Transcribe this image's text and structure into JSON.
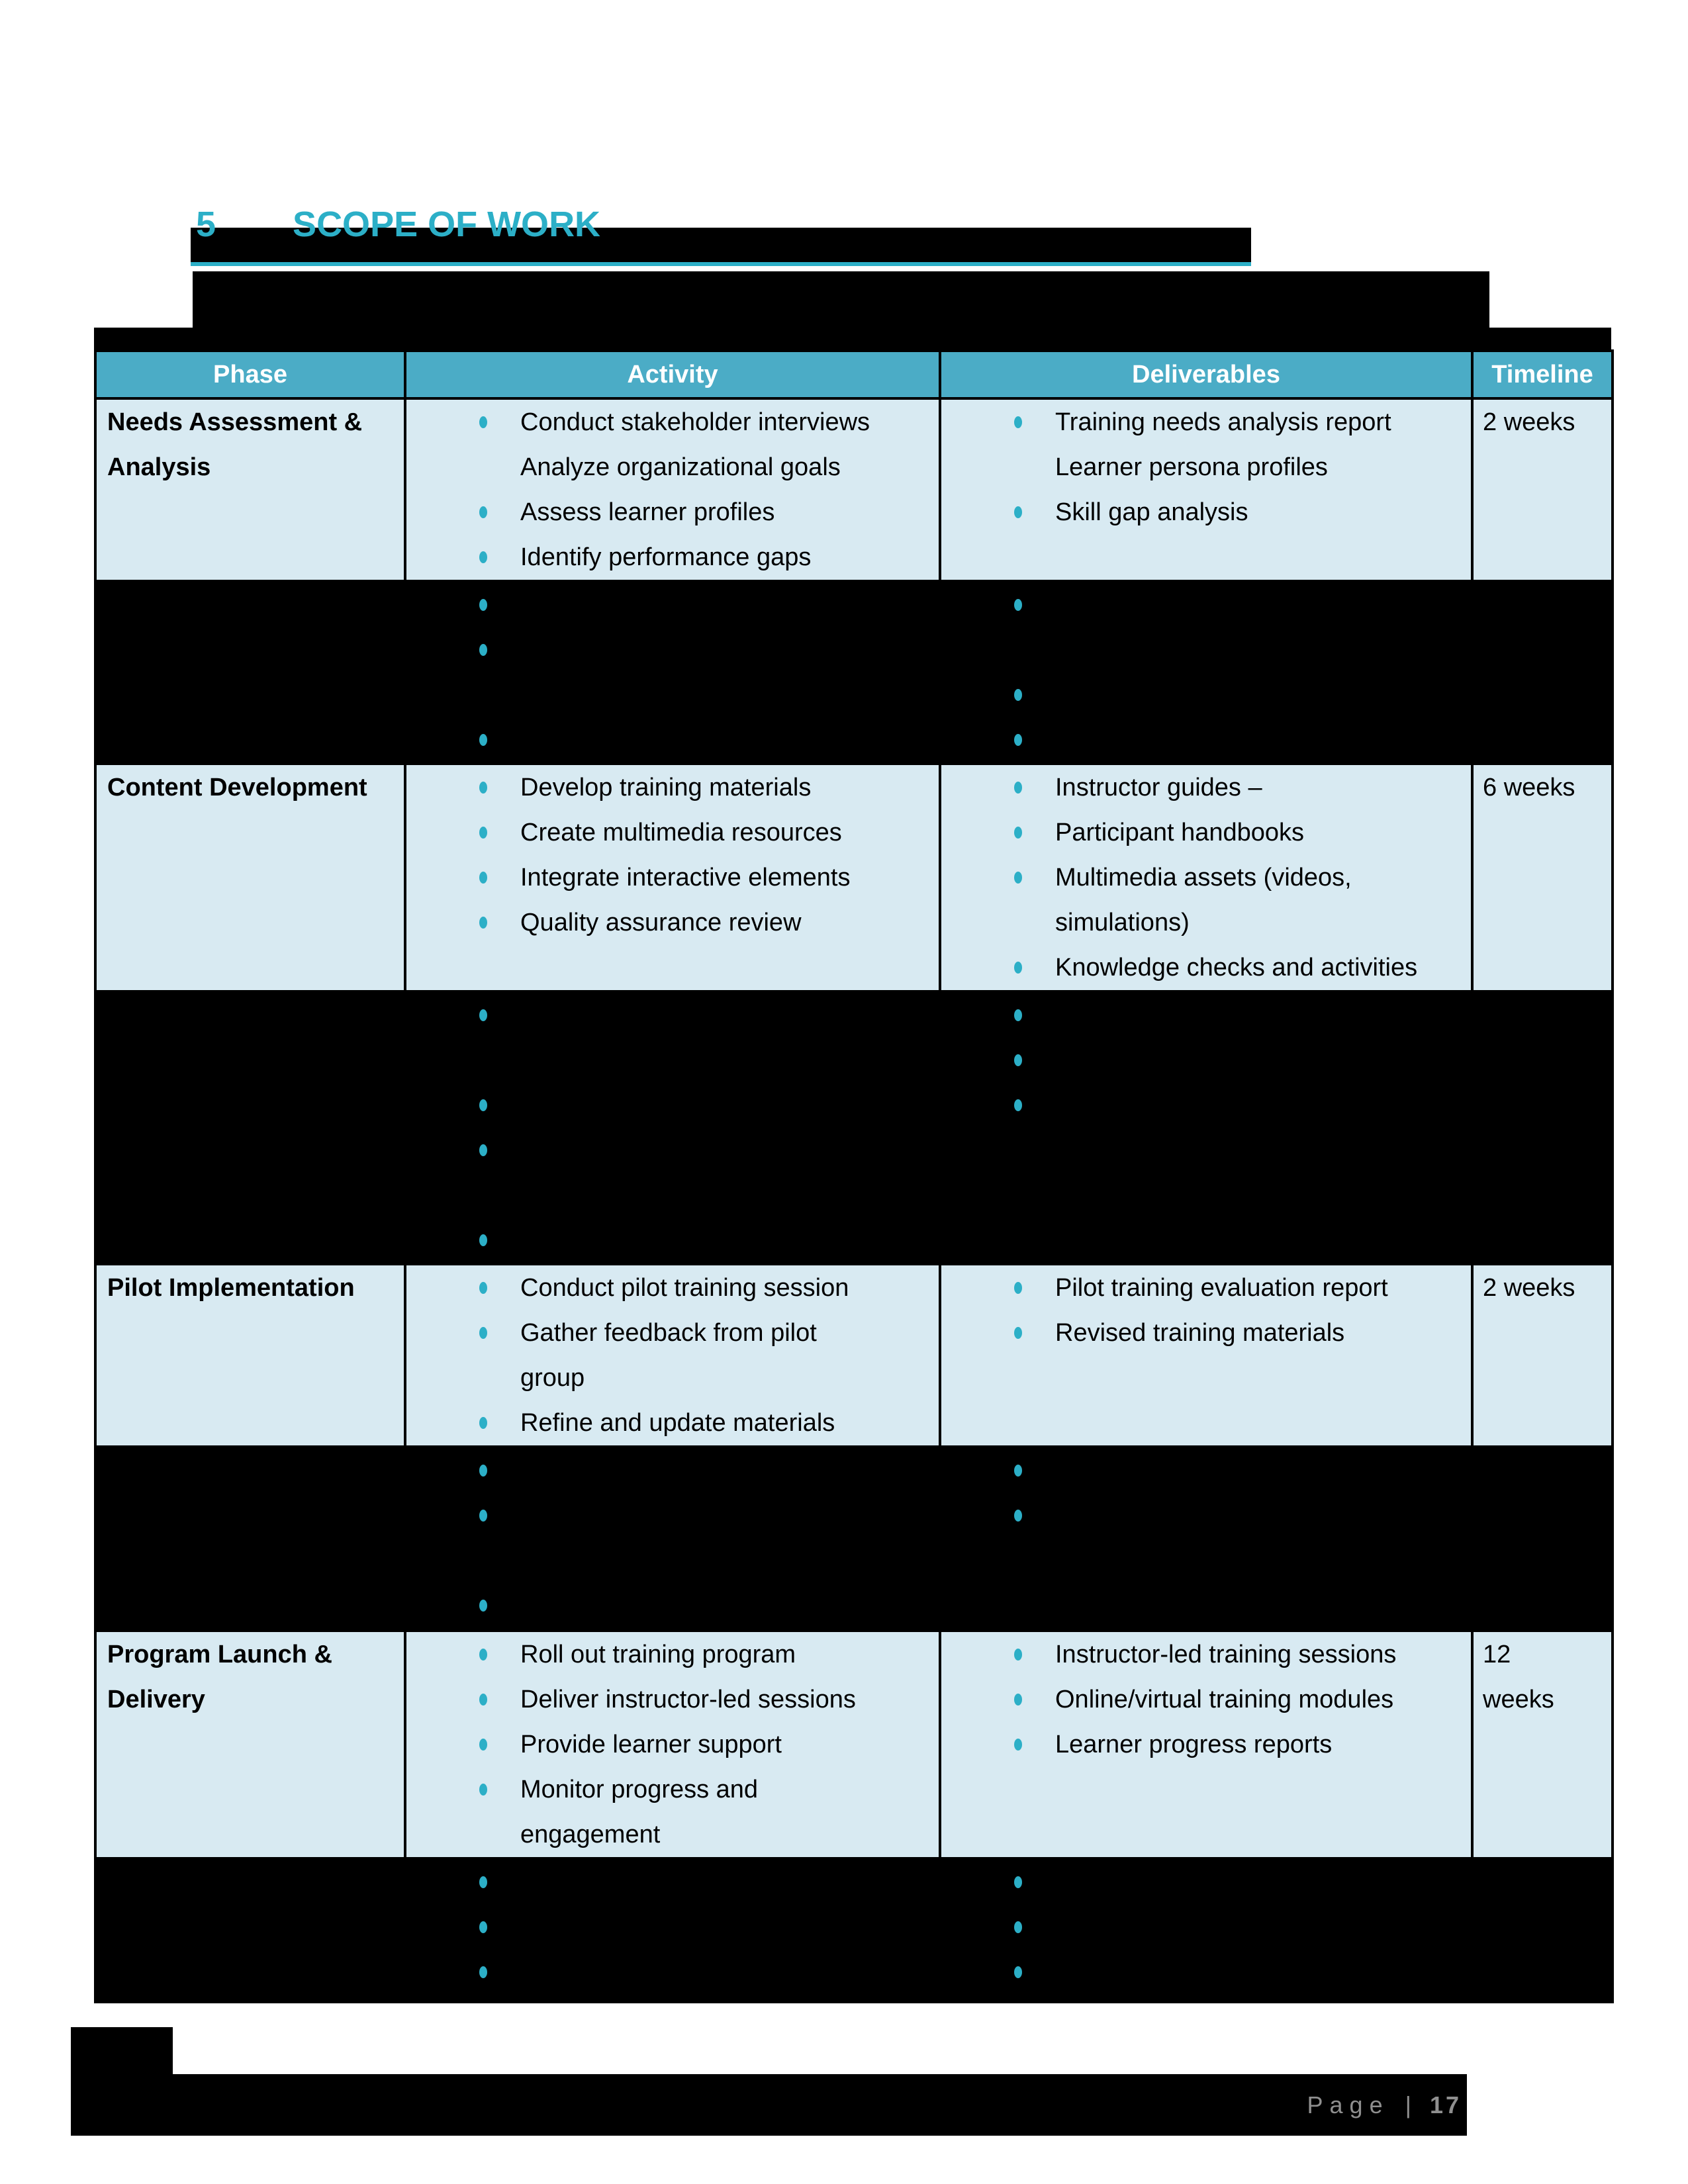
{
  "heading": {
    "number": "5",
    "title": "SCOPE OF WORK"
  },
  "colors": {
    "accent_teal": "#2CAFC7",
    "header_bg": "#4BACC6",
    "cell_bg": "#D8EAF2",
    "redaction_black": "#000000",
    "footer_text": "#8F8F8F"
  },
  "table": {
    "headers": [
      "Phase",
      "Activity",
      "Deliverables",
      "Timeline"
    ],
    "rows": [
      {
        "phase": [
          "Needs Assessment &",
          "Analysis"
        ],
        "activities": [
          "Conduct stakeholder interviews",
          "Analyze organizational goals",
          "Assess learner profiles",
          "Identify performance gaps"
        ],
        "deliverables": [
          "Training needs analysis report",
          "Learner persona profiles",
          "Skill gap analysis"
        ],
        "timeline": [
          "2 weeks"
        ]
      },
      {
        "redacted": true
      },
      {
        "phase": [
          "Content Development"
        ],
        "activities": [
          "Develop training materials",
          "Create multimedia resources",
          "Integrate interactive elements",
          "Quality assurance review"
        ],
        "deliverables": [
          "Instructor guides –",
          "Participant handbooks",
          "Multimedia assets (videos,",
          "simulations)",
          "Knowledge checks and activities"
        ],
        "timeline": [
          "6 weeks"
        ]
      },
      {
        "redacted": true
      },
      {
        "phase": [
          "Pilot Implementation"
        ],
        "activities": [
          "Conduct pilot training session",
          "Gather feedback from pilot",
          "group",
          "Refine and update materials"
        ],
        "deliverables": [
          "Pilot training evaluation report",
          "Revised training materials"
        ],
        "timeline": [
          "2 weeks"
        ]
      },
      {
        "redacted": true
      },
      {
        "phase": [
          "Program Launch &",
          "Delivery"
        ],
        "activities": [
          "Roll out training program",
          "Deliver instructor-led sessions",
          "Provide learner support",
          "Monitor progress and",
          "engagement"
        ],
        "deliverables": [
          "Instructor-led training sessions",
          "Online/virtual training modules",
          "Learner progress reports"
        ],
        "timeline": [
          "12",
          "weeks"
        ]
      },
      {
        "redacted": true
      }
    ]
  },
  "footer": {
    "page_word": "Page",
    "separator": "|",
    "page_number": "17"
  }
}
